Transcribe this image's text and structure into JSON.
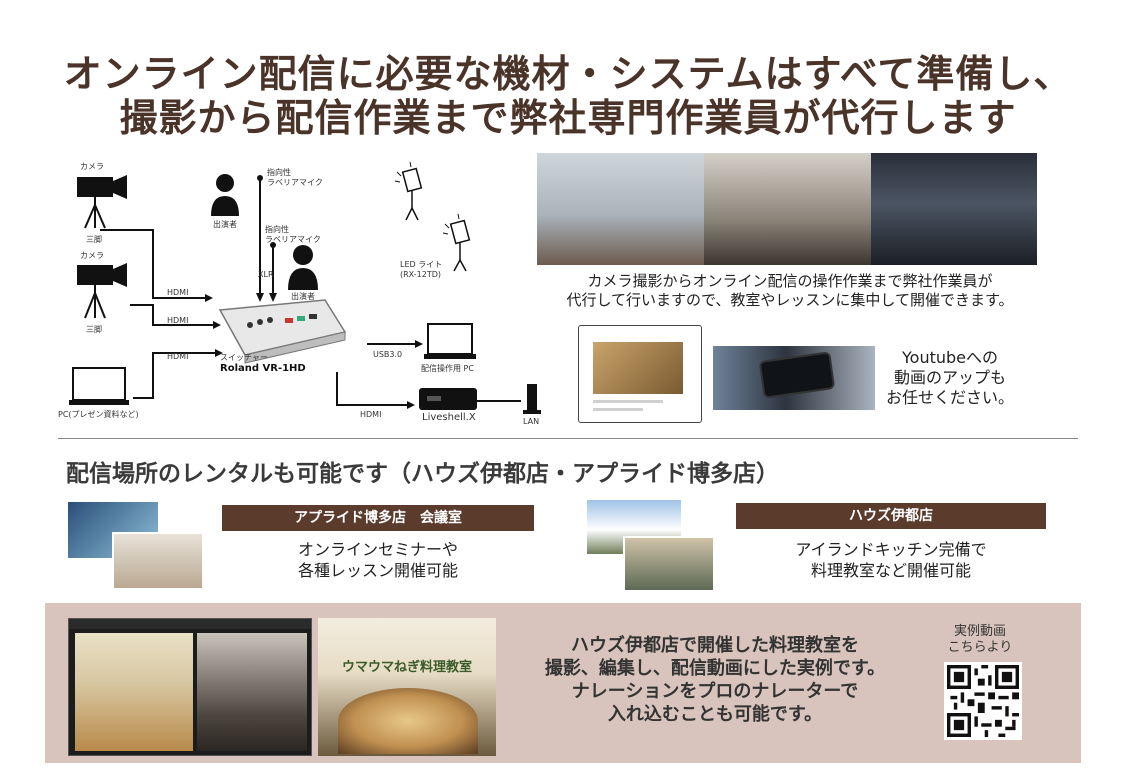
{
  "headline": {
    "line1": "オンライン配信に必要な機材・システムはすべて準備し、",
    "line2": "撮影から配信作業まで弊社専門作業員が代行します"
  },
  "diagram": {
    "camera1": "カメラ",
    "tripod1": "三脚",
    "camera2": "カメラ",
    "tripod2": "三脚",
    "pc_label": "PC(プレゼン資料など)",
    "hdmi1": "HDMI",
    "hdmi2": "HDMI",
    "hdmi3": "HDMI",
    "hdmi4": "HDMI",
    "performer1": "出演者",
    "mic1_line1": "指向性",
    "mic1_line2": "ラベリアマイク",
    "mic2_line1": "指向性",
    "mic2_line2": "ラベリアマイク",
    "xlr": "XLR",
    "performer2": "出演者",
    "led_line1": "LED ライト",
    "led_line2": "(RX-12TD)",
    "switcher_label": "スイッチャー",
    "switcher_name": "Roland VR-1HD",
    "usb": "USB3.0",
    "laptop_label": "配信操作用 PC",
    "liveshell": "Liveshell.X",
    "lan": "LAN"
  },
  "photo_caption": {
    "line1": "カメラ撮影からオンライン配信の操作作業まで弊社作業員が",
    "line2": "代行して行いますので、教室やレッスンに集中して開催できます。"
  },
  "youtube_text": {
    "line1": "Youtubeへの",
    "line2": "動画のアップも",
    "line3": "お任せください。"
  },
  "rental": {
    "title": "配信場所のレンタルも可能です（ハウズ伊都店・アプライド博多店）",
    "venue_a": {
      "name": "アプライド博多店　会議室",
      "desc_line1": "オンラインセミナーや",
      "desc_line2": "各種レッスン開催可能"
    },
    "venue_b": {
      "name": "ハウズ伊都店",
      "desc_line1": "アイランドキッチン完備で",
      "desc_line2": "料理教室など開催可能"
    }
  },
  "example": {
    "flyer_title": "ウマウマねぎ料理教室",
    "text_line1": "ハウズ伊都店で開催した料理教室を",
    "text_line2": "撮影、編集し、配信動画にした実例です。",
    "text_line3": "ナレーションをプロのナレーターで",
    "text_line4": "入れ込むことも可能です。",
    "qr_label_line1": "実例動画",
    "qr_label_line2": "こちらより"
  },
  "colors": {
    "headline": "#4a3328",
    "venue_bar": "#5a3b2c",
    "panel": "#d8c4bd"
  }
}
